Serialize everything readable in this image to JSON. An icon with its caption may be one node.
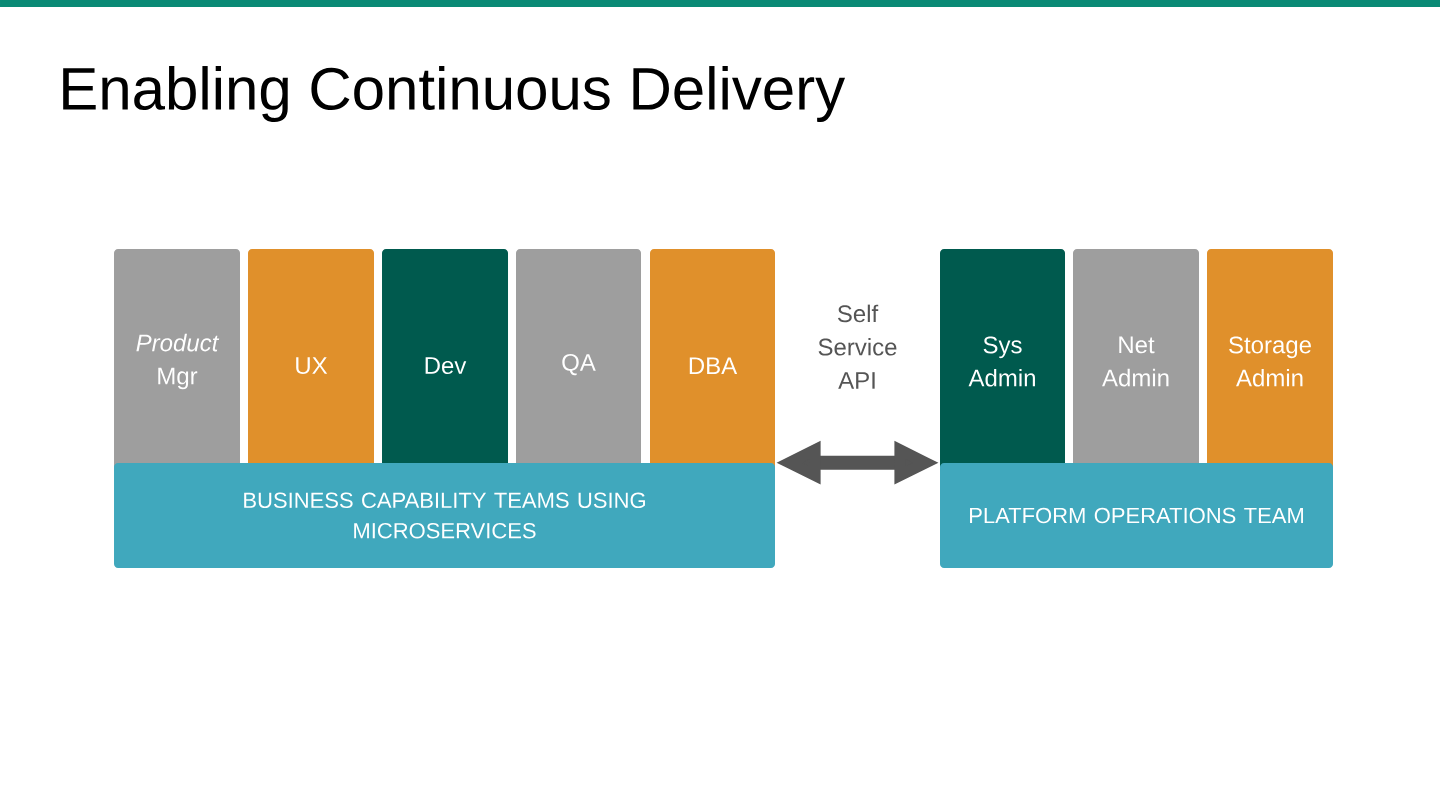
{
  "diagram": {
    "title": "Enabling Continuous Delivery",
    "nodes": [
      {
        "text": [
          "*Product* Mgr"
        ]
      },
      {
        "text": [
          "UX"
        ]
      },
      {
        "text": [
          "Dev"
        ]
      },
      {
        "text": [
          "QA"
        ]
      },
      {
        "text": [
          "DBA"
        ]
      },
      {
        "text": [
          "BUSINESS CAPABILITY TEAMS USING MICROSERVICES"
        ]
      },
      {
        "text": [
          "Sys Admin"
        ]
      },
      {
        "text": [
          "Net Admin"
        ]
      },
      {
        "text": [
          "Storage Admin"
        ]
      },
      {
        "text": [
          "PLATFORM OPERATIONS TEAM"
        ]
      }
    ],
    "edges": [
      {
        "from": 5,
        "to": 9,
        "arrow": "both",
        "label": "Self Service API"
      }
    ]
  }
}
